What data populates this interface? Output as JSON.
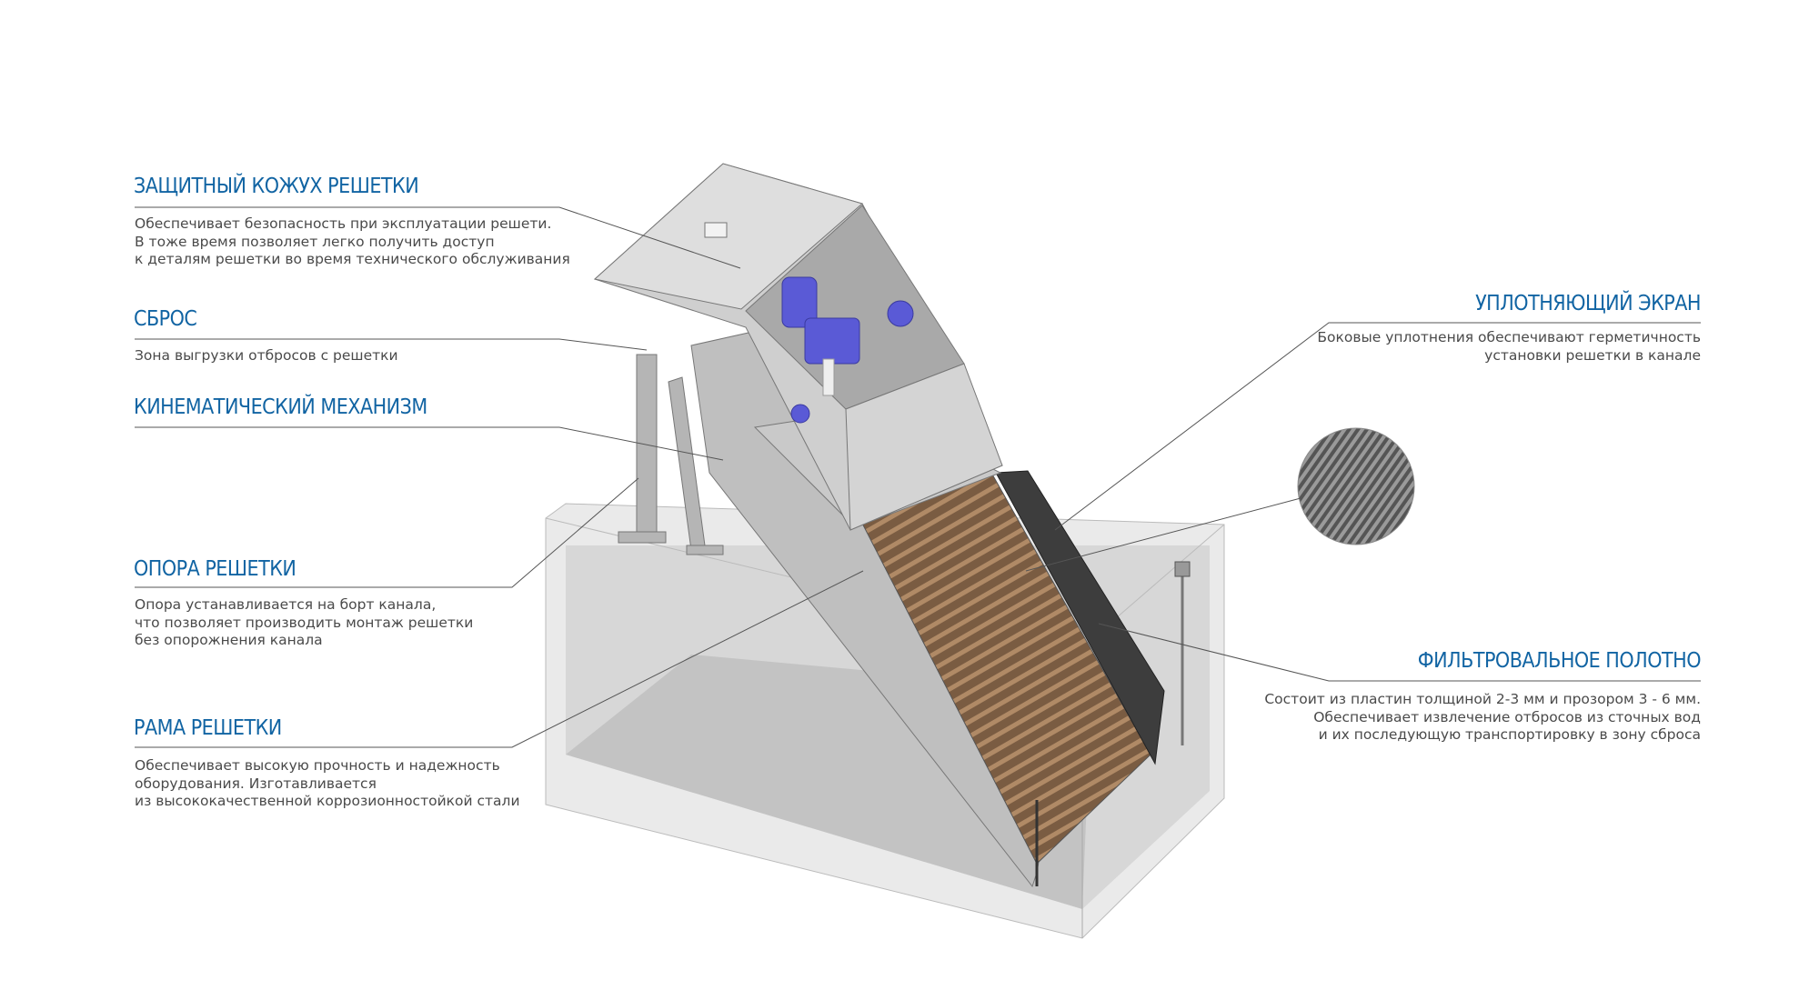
{
  "callouts_left": [
    {
      "title": "ЗАЩИТНЫЙ КОЖУХ РЕШЕТКИ",
      "lines": [
        "Обеспечивает безопасность при эксплуатации решети.",
        "В тоже время позволяет легко получить доступ",
        "к деталям решетки во время технического обслуживания"
      ]
    },
    {
      "title": "СБРОС",
      "lines": [
        "Зона выгрузки отбросов с решетки"
      ]
    },
    {
      "title": "КИНЕМАТИЧЕСКИЙ МЕХАНИЗМ",
      "lines": []
    },
    {
      "title": "ОПОРА РЕШЕТКИ",
      "lines": [
        "Опора устанавливается на борт канала,",
        "что позволяет производить монтаж решетки",
        "без опорожнения канала"
      ]
    },
    {
      "title": "РАМА РЕШЕТКИ",
      "lines": [
        "Обеспечивает высокую прочность и надежность",
        "оборудования. Изготавливается",
        "из высококачественной коррозионностойкой стали"
      ]
    }
  ],
  "callouts_right": [
    {
      "title": "УПЛОТНЯЮЩИЙ ЭКРАН",
      "lines": [
        "Боковые уплотнения обеспечивают герметичность",
        "установки решетки в канале"
      ]
    },
    {
      "title": "ФИЛЬТРОВАЛЬНОЕ ПОЛОТНО",
      "lines": [
        "Состоит из пластин толщиной 2-3 мм и прозором 3 - 6 мм.",
        "Обеспечивает извлечение отбросов из сточных вод",
        "и их последующую транспортировку в зону сброса"
      ]
    }
  ],
  "colors": {
    "title": "#1164a3",
    "text": "#4a4a4a",
    "leader": "#555555",
    "motor": "#5a5ad6",
    "grating": "#8a6a4a"
  }
}
